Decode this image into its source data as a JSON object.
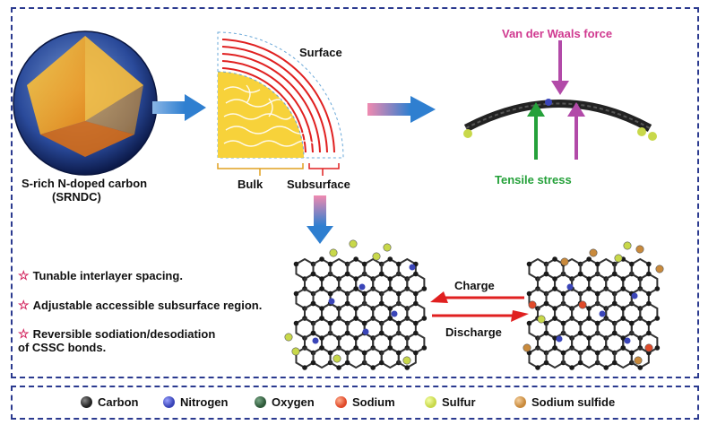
{
  "sphere": {
    "label_line1": "S-rich N-doped carbon",
    "label_line2": "(SRNDC)"
  },
  "quarter": {
    "surface": "Surface",
    "bulk": "Bulk",
    "subsurface": "Subsurface"
  },
  "force": {
    "vdw": "Van der Waals force",
    "tensile": "Tensile stress"
  },
  "features": [
    "Tunable interlayer spacing.",
    "Adjustable accessible subsurface region.",
    "Reversible sodiation/desodiation",
    "of CSSC bonds."
  ],
  "reaction": {
    "charge": "Charge",
    "discharge": "Discharge"
  },
  "legend": [
    {
      "name": "Carbon",
      "color": "#222222"
    },
    {
      "name": "Nitrogen",
      "color": "#3a45b8"
    },
    {
      "name": "Oxygen",
      "color": "#2f5a3a"
    },
    {
      "name": "Sodium",
      "color": "#e04a2a"
    },
    {
      "name": "Sulfur",
      "color": "#c8d84a"
    },
    {
      "name": "Sodium sulfide",
      "color": "#c98a3c"
    }
  ],
  "colors": {
    "frame": "#2b3a8f",
    "surface_lines": "#e02020",
    "bulk_fill": "#f7d23a",
    "vdw_arrow": "#b24aa8",
    "tensile_arrow": "#25a13a",
    "star": "#d21f5a"
  }
}
